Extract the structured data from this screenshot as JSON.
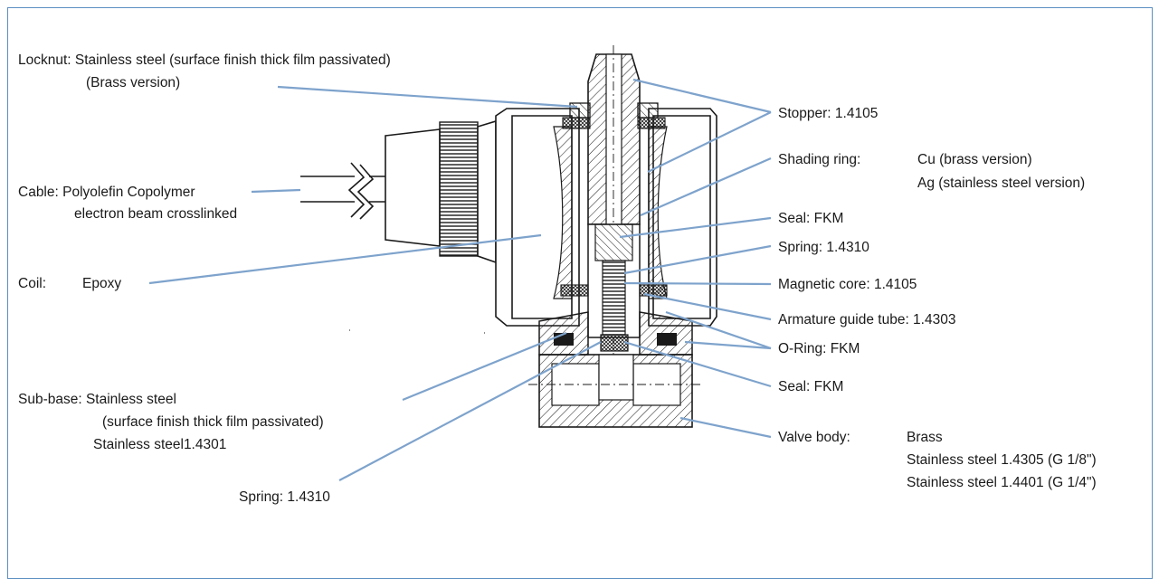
{
  "labels": {
    "locknut_1": "Locknut:  Stainless steel (surface finish thick film passivated)",
    "locknut_2": "(Brass version)",
    "cable_1": "Cable:  Polyolefin Copolymer",
    "cable_2": "electron beam crosslinked",
    "coil_name": "Coil:",
    "coil_material": "Epoxy",
    "subbase_1": "Sub-base:  Stainless steel",
    "subbase_2": "(surface finish thick film passivated)",
    "subbase_3": "Stainless steel1.4301",
    "spring_bottom": "Spring:  1.4310",
    "stopper": "Stopper:  1.4105",
    "shading_name": "Shading ring:",
    "shading_1": "Cu (brass version)",
    "shading_2": "Ag (stainless steel version)",
    "seal_top": "Seal:  FKM",
    "spring_top": "Spring:  1.4310",
    "magnetic_core": "Magnetic core:  1.4105",
    "armature": "Armature guide tube:  1.4303",
    "oring": "O-Ring:  FKM",
    "seal_bottom": "Seal:  FKM",
    "valve_body_name": "Valve body:",
    "valve_body_1": "Brass",
    "valve_body_2": "Stainless steel 1.4305 (G 1/8\")",
    "valve_body_3": "Stainless steel 1.4401 (G 1/4\")"
  },
  "colors": {
    "leader_line": "#7ea3cc",
    "frame_border": "#5b8fc2",
    "drawing_ink": "#1a1a1a"
  }
}
